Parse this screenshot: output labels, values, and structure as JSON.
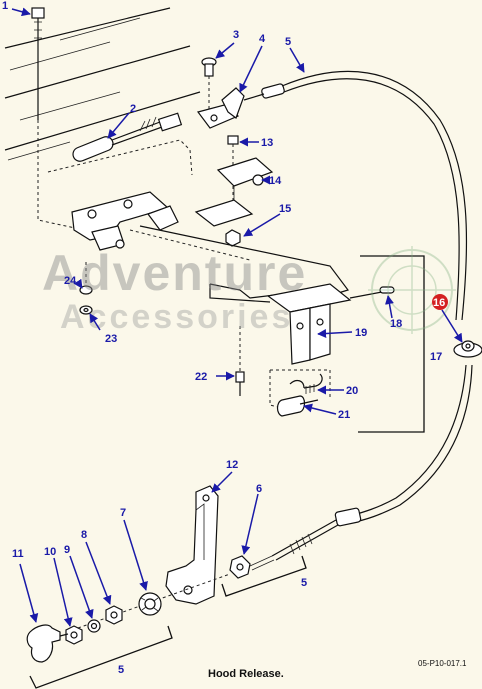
{
  "caption": "Hood Release.",
  "figure_ref": "05-P10-017.1",
  "watermark": {
    "line1": "Adventure",
    "line2": "Accessories"
  },
  "colors": {
    "callout": "#1a1aa8",
    "highlight": "#d42020",
    "line": "#111111",
    "background": "#fbf8ea"
  },
  "callouts": {
    "c1": "1",
    "c2": "2",
    "c3": "3",
    "c4": "4",
    "c5a": "5",
    "c5b": "5",
    "c5c": "5",
    "c6": "6",
    "c7": "7",
    "c8": "8",
    "c9": "9",
    "c10": "10",
    "c11": "11",
    "c12": "12",
    "c13": "13",
    "c14": "14",
    "c15": "15",
    "c16": "16",
    "c17": "17",
    "c18": "18",
    "c19": "19",
    "c20": "20",
    "c21": "21",
    "c22": "22",
    "c23": "23",
    "c24": "24"
  }
}
